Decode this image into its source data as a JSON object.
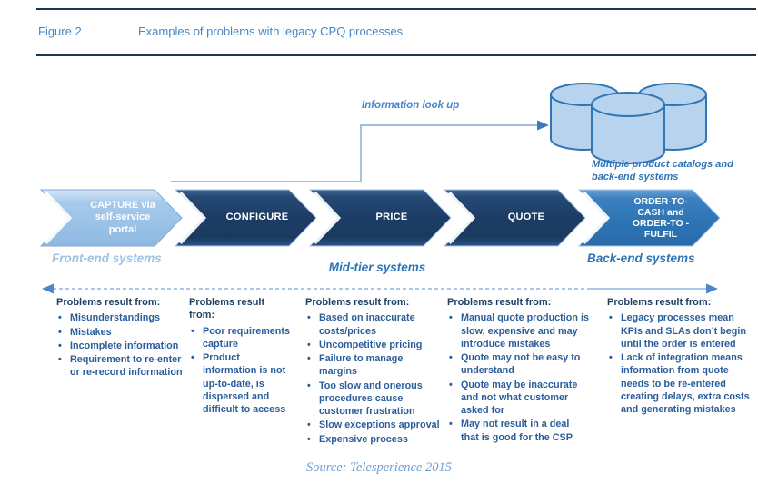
{
  "figure": {
    "label": "Figure 2",
    "title": "Examples of problems with legacy CPQ processes"
  },
  "annotations": {
    "information_lookup": "Information look up",
    "catalog_caption": [
      "Multiple product catalogs and",
      "back-end systems"
    ],
    "source": "Source: Telesperience 2015"
  },
  "process": {
    "steps": [
      {
        "id": "capture",
        "style": "light",
        "lines": [
          "CAPTURE via",
          "self-service",
          "portal"
        ]
      },
      {
        "id": "configure",
        "style": "dark",
        "lines": [
          "CONFIGURE"
        ]
      },
      {
        "id": "price",
        "style": "dark",
        "lines": [
          "PRICE"
        ]
      },
      {
        "id": "quote",
        "style": "dark",
        "lines": [
          "QUOTE"
        ]
      },
      {
        "id": "order",
        "style": "medium",
        "lines": [
          "ORDER-TO-",
          "CASH and",
          "ORDER-TO -",
          "FULFIL"
        ]
      }
    ],
    "tiers": [
      {
        "label": "Front-end systems"
      },
      {
        "label": "Mid-tier systems"
      },
      {
        "label": "Back-end systems"
      }
    ]
  },
  "problems": {
    "columns": [
      {
        "header": "Problems result from:",
        "items": [
          "Misunderstandings",
          "Mistakes",
          "Incomplete information",
          "Requirement to re-enter or re-record information"
        ]
      },
      {
        "header": "Problems result from:",
        "items": [
          "Poor requirements capture",
          "Product information is not up-to-date, is dispersed and difficult to access"
        ]
      },
      {
        "header": "Problems result from:",
        "items": [
          "Based on inaccurate costs/prices",
          "Uncompetitive pricing",
          "Failure to manage margins",
          "Too slow and onerous procedures cause customer frustration",
          "Slow exceptions approval",
          "Expensive process"
        ]
      },
      {
        "header": "Problems result from:",
        "items": [
          "Manual quote production is slow, expensive and may introduce mistakes",
          "Quote may not be easy to understand",
          "Quote may be inaccurate and not what customer asked for",
          "May not result in a deal that is good for the CSP"
        ]
      },
      {
        "header": "Problems result from:",
        "items": [
          "Legacy processes mean KPIs and SLAs don’t begin until the order is entered",
          "Lack of integration means information from quote needs to be re-entered creating delays, extra costs and generating mistakes"
        ]
      }
    ]
  },
  "colors": {
    "rule": "#17365d",
    "figure_text": "#4a86c4",
    "chevron_light": "#9dc3e6",
    "chevron_dark": "#1e3f69",
    "chevron_medium": "#2e75b6",
    "tier_front_text": "#9dc3e6",
    "tier_other_text": "#2e74b5",
    "problem_header_text": "#1f4065",
    "problem_body_text": "#2b5d9b",
    "connector": "#7fa8d9",
    "cylinder_fill": "#b7d3ed",
    "source_text": "#6f9fd4"
  }
}
